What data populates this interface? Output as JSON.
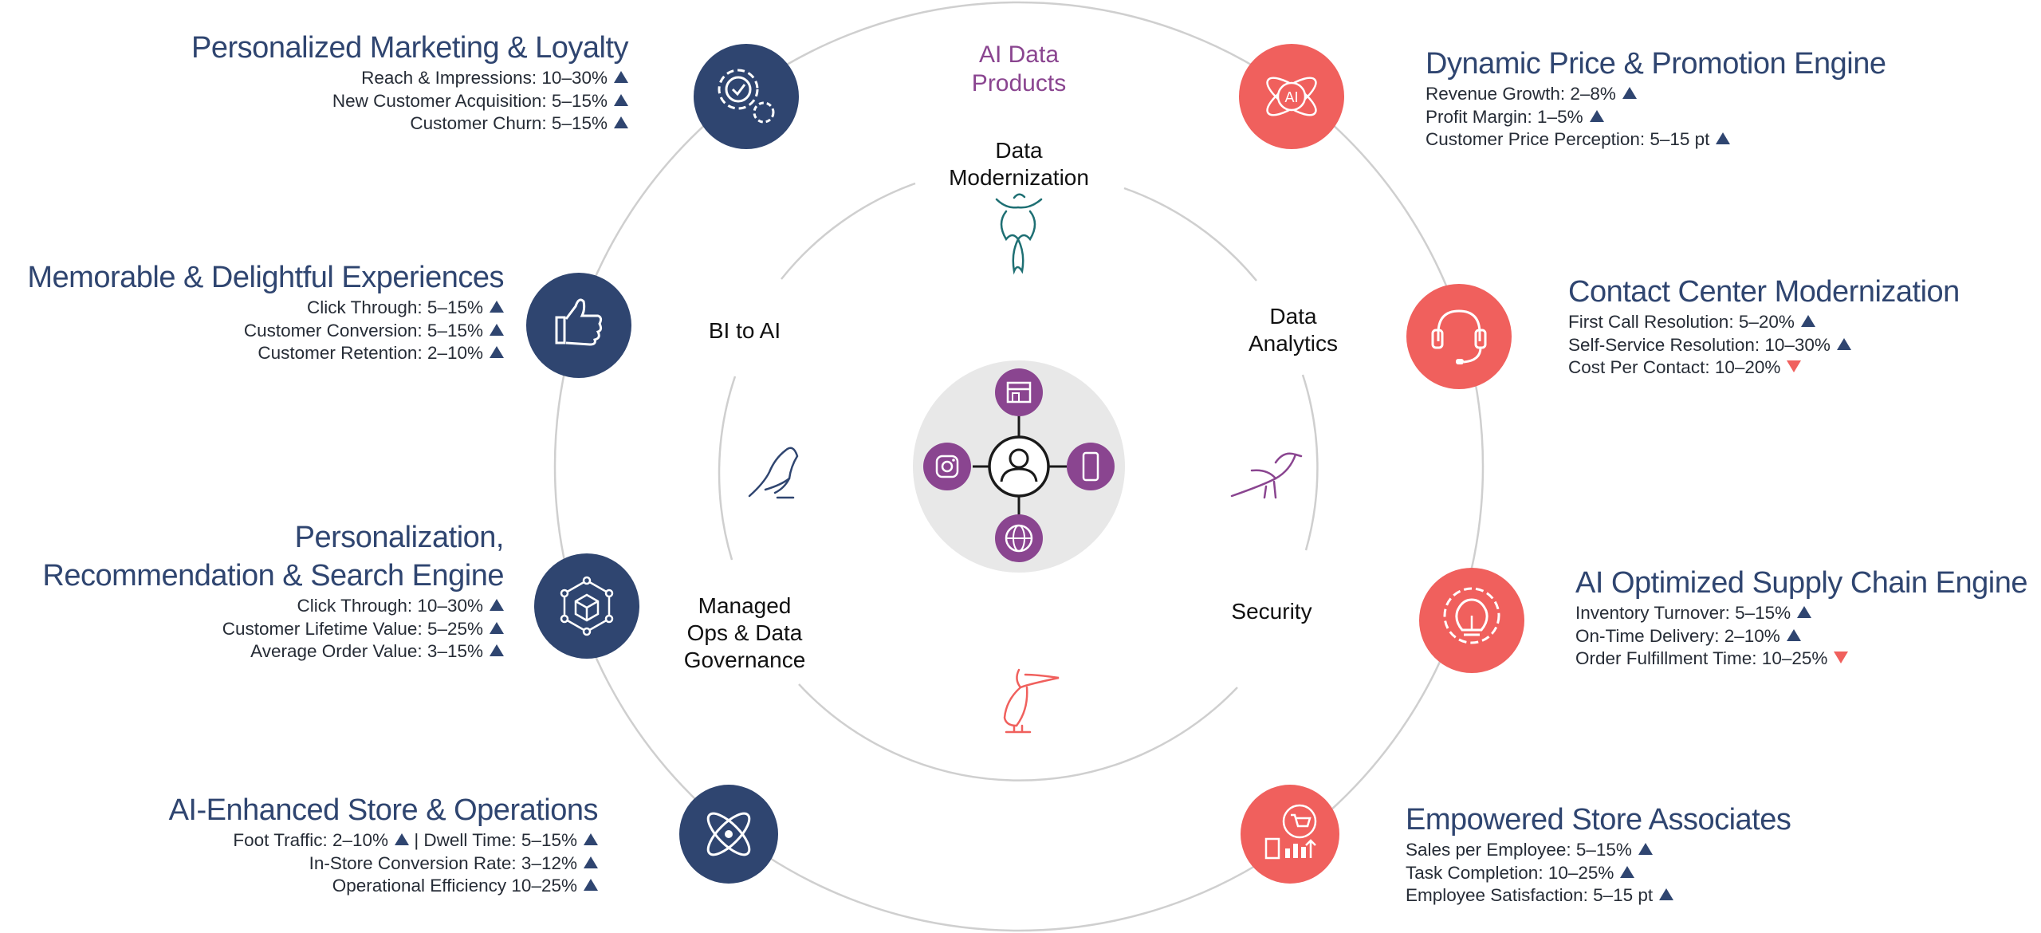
{
  "colors": {
    "navy": "#2f4570",
    "coral": "#f0605d",
    "purple": "#8a4590",
    "ring": "#cfcfcf",
    "hub_bg": "#e8e8e8"
  },
  "center_label": "AI Data\nProducts",
  "ring_labels": [
    {
      "key": "data_modernization",
      "text": "Data\nModernization"
    },
    {
      "key": "bi_to_ai",
      "text": "BI to AI"
    },
    {
      "key": "data_analytics",
      "text": "Data\nAnalytics"
    },
    {
      "key": "managed_ops",
      "text": "Managed\nOps & Data\nGovernance"
    },
    {
      "key": "security",
      "text": "Security"
    }
  ],
  "hub_icons": [
    "store-icon",
    "instagram-icon",
    "mobile-phone-icon",
    "globe-www-icon",
    "customer-person-icon"
  ],
  "bird_icons": [
    "phoenix-icon",
    "eagle-icon",
    "sparrow-icon",
    "pelican-icon"
  ],
  "features": {
    "personalized_marketing": {
      "icon": "gear-check-icon",
      "title": "Personalized Marketing & Loyalty",
      "metrics": [
        {
          "text": "Reach & Impressions: 10–30%",
          "trend": "up"
        },
        {
          "text": "New Customer Acquisition: 5–15%",
          "trend": "up"
        },
        {
          "text": "Customer Churn: 5–15%",
          "trend": "up"
        }
      ]
    },
    "memorable_experiences": {
      "icon": "thumbs-up-icon",
      "title": "Memorable & Delightful Experiences",
      "metrics": [
        {
          "text": "Click Through: 5–15%",
          "trend": "up"
        },
        {
          "text": "Customer Conversion: 5–15%",
          "trend": "up"
        },
        {
          "text": "Customer Retention: 2–10%",
          "trend": "up"
        }
      ]
    },
    "personalization_engine": {
      "icon": "cube-network-icon",
      "title": "Personalization,\nRecommendation & Search Engine",
      "metrics": [
        {
          "text": "Click Through: 10–30%",
          "trend": "up"
        },
        {
          "text": "Customer Lifetime Value: 5–25%",
          "trend": "up"
        },
        {
          "text": "Average Order Value: 3–15%",
          "trend": "up"
        }
      ]
    },
    "ai_store_ops": {
      "icon": "atom-orbit-icon",
      "title": "AI-Enhanced Store & Operations",
      "metrics": [
        {
          "text": "Foot Traffic: 2–10%",
          "trend": "up",
          "suffix": " | Dwell Time: 5–15%",
          "suffix_trend": "up"
        },
        {
          "text": "In-Store Conversion Rate: 3–12%",
          "trend": "up"
        },
        {
          "text": "Operational Efficiency 10–25%",
          "trend": "up"
        }
      ]
    },
    "dynamic_price": {
      "icon": "ai-atom-icon",
      "title": "Dynamic Price & Promotion Engine",
      "metrics": [
        {
          "text": "Revenue Growth: 2–8%",
          "trend": "up"
        },
        {
          "text": "Profit Margin: 1–5%",
          "trend": "up"
        },
        {
          "text": "Customer Price Perception: 5–15 pt",
          "trend": "up"
        }
      ]
    },
    "contact_center": {
      "icon": "headset-icon",
      "title": "Contact Center Modernization",
      "metrics": [
        {
          "text": "First Call Resolution: 5–20%",
          "trend": "up"
        },
        {
          "text": "Self-Service Resolution: 10–30%",
          "trend": "up"
        },
        {
          "text": "Cost Per Contact: 10–20%",
          "trend": "down"
        }
      ]
    },
    "supply_chain": {
      "icon": "lightbulb-gear-icon",
      "title": "AI Optimized Supply Chain Engine",
      "metrics": [
        {
          "text": "Inventory Turnover: 5–15%",
          "trend": "up"
        },
        {
          "text": "On-Time Delivery: 2–10%",
          "trend": "up"
        },
        {
          "text": "Order Fulfillment Time: 10–25%",
          "trend": "down"
        }
      ]
    },
    "store_associates": {
      "icon": "cart-growth-icon",
      "title": "Empowered Store Associates",
      "metrics": [
        {
          "text": "Sales per Employee: 5–15%",
          "trend": "up"
        },
        {
          "text": "Task Completion: 10–25%",
          "trend": "up"
        },
        {
          "text": "Employee Satisfaction: 5–15 pt",
          "trend": "up"
        }
      ]
    }
  }
}
